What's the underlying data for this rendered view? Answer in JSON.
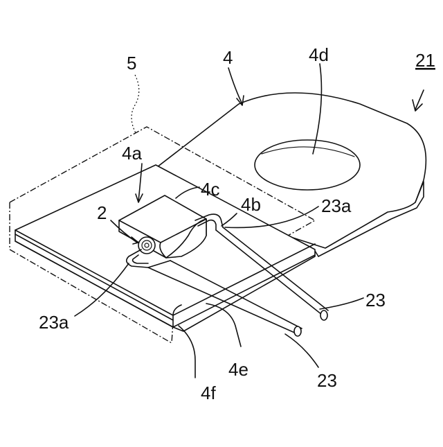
{
  "labels": {
    "l5": "5",
    "l4": "4",
    "l4d": "4d",
    "l21": "21",
    "l4a": "4a",
    "l4c": "4c",
    "l2": "2",
    "l4b": "4b",
    "l23a_right": "23a",
    "l23_right": "23",
    "l23a_left": "23a",
    "l4e": "4e",
    "l23_bottom": "23",
    "l4f": "4f"
  }
}
